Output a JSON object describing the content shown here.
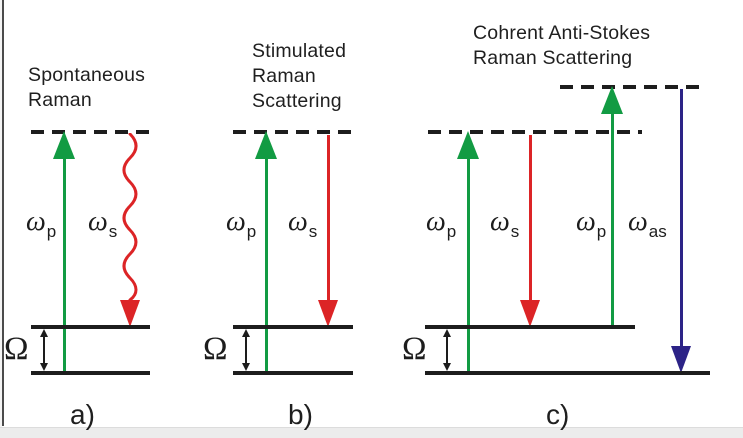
{
  "figure": {
    "panels": [
      {
        "id": "a",
        "title": "Spontaneous\nRaman",
        "letter": "a)",
        "gap_label": "Ω",
        "arrows": [
          {
            "name": "pump",
            "base": "ω",
            "sub": "p"
          },
          {
            "name": "stokes",
            "base": "ω",
            "sub": "s"
          }
        ]
      },
      {
        "id": "b",
        "title": "Stimulated\nRaman\nScattering",
        "letter": "b)",
        "gap_label": "Ω",
        "arrows": [
          {
            "name": "pump",
            "base": "ω",
            "sub": "p"
          },
          {
            "name": "stokes",
            "base": "ω",
            "sub": "s"
          }
        ]
      },
      {
        "id": "c",
        "title": "Cohrent Anti-Stokes\nRaman Scattering",
        "letter": "c)",
        "gap_label": "Ω",
        "arrows": [
          {
            "name": "pump-1",
            "base": "ω",
            "sub": "p"
          },
          {
            "name": "stokes",
            "base": "ω",
            "sub": "s"
          },
          {
            "name": "pump-2",
            "base": "ω",
            "sub": "p"
          },
          {
            "name": "anti-stokes",
            "base": "ω",
            "sub": "as"
          }
        ]
      }
    ]
  },
  "colors": {
    "pump-green": "#129b43",
    "stokes-red": "#dc2426",
    "antistokes-blue": "#2c2387",
    "ink": "#1d1d1d"
  }
}
